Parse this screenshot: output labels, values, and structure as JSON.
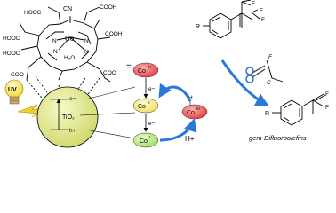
{
  "complex": {
    "cn": "CN",
    "co": "Co",
    "h2o": "H₂O",
    "acid_groups": [
      "COOH",
      "COOH",
      "HOOC",
      "HOOC",
      "HOOC",
      "COO",
      "COO"
    ],
    "n_atoms": [
      "N",
      "N",
      "N",
      "N"
    ],
    "superscript_minus": "−"
  },
  "equals_sign": "=",
  "uv_label": "UV",
  "tio2": {
    "label": "TiO₂",
    "electron": "e−",
    "hole": "h+"
  },
  "cobalt_states": {
    "co3_base": "Co",
    "co3_sup": "III",
    "co2_base": "Co",
    "co2_sup": "II",
    "co1_base": "Co",
    "co1_sup": "I",
    "coh_base": "Co",
    "coh_sup": "III",
    "coh_h": "H"
  },
  "electron_labels": [
    "e−",
    "e−"
  ],
  "proton_label": "H+",
  "substrate": {
    "r": "R",
    "f_labels": [
      "F",
      "F",
      "F"
    ]
  },
  "scissors_labels": {
    "f": "F",
    "c": "C"
  },
  "product": {
    "r": "R",
    "f_labels": [
      "F",
      "F"
    ],
    "name": "gem-Difluoroolefins"
  },
  "colors": {
    "ellipse_red": "#e23a3a",
    "ellipse_yellow": "#f3e77a",
    "ellipse_green": "#b6e27a",
    "tio2_sphere": "#d9e27a",
    "arrow_blue": "#2a79d8",
    "scissors_blue": "#2f6fd2",
    "bulb_yellow": "#f7e24a",
    "bolt_yellow": "#f3d32a"
  }
}
